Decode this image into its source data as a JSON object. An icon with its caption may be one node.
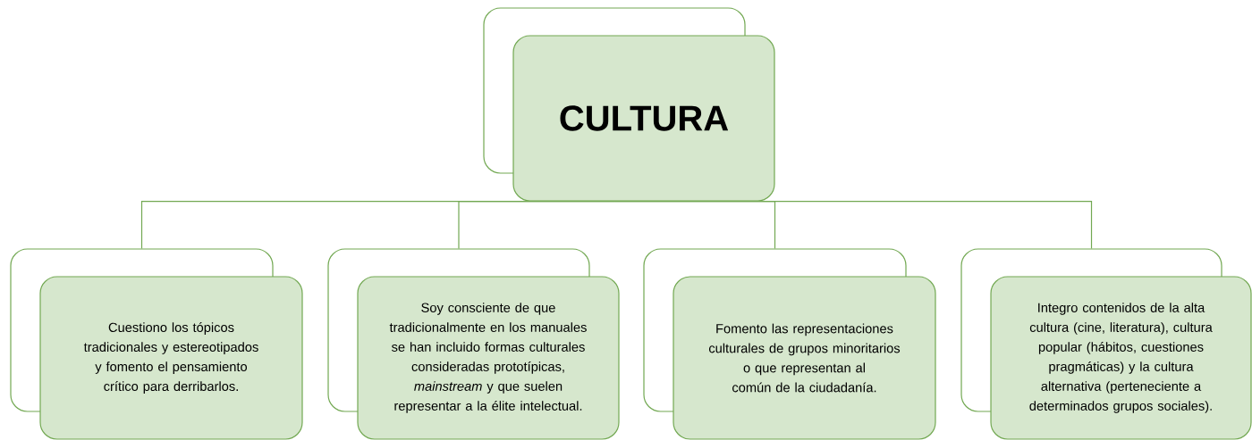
{
  "diagram": {
    "nodes": [
      {
        "text": [
          "CULTURA"
        ]
      },
      {
        "text": [
          "Cuestiono los tópicos tradicionales y estereotipados y fomento el pensamiento crítico para derribarlos."
        ]
      },
      {
        "text": [
          "Soy consciente de que tradicionalmente en los manuales se han incluido formas culturales consideradas prototípicas, *mainstream* y que suelen representar a la élite intelectual."
        ]
      },
      {
        "text": [
          "Fomento las representaciones culturales de grupos minoritarios o que representan al común de la ciudadanía."
        ]
      },
      {
        "text": [
          "Integro contenidos de la alta cultura (cine, literatura), cultura popular (hábitos, cuestiones pragmáticas) y la cultura alternativa (perteneciente a determinados grupos sociales)."
        ]
      }
    ],
    "edges": [
      {
        "from": 0,
        "to": 1,
        "arrow": "none"
      },
      {
        "from": 0,
        "to": 2,
        "arrow": "none"
      },
      {
        "from": 0,
        "to": 3,
        "arrow": "none"
      },
      {
        "from": 0,
        "to": 4,
        "arrow": "none"
      }
    ]
  }
}
